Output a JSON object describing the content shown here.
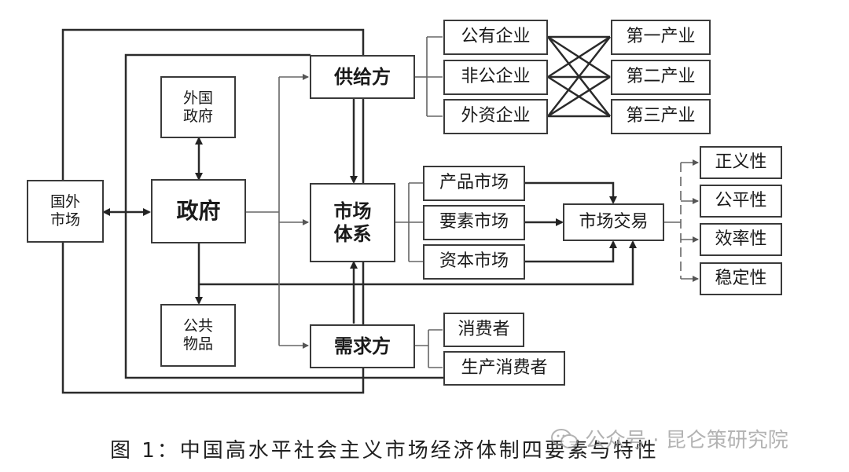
{
  "nodes": {
    "foreign_market": "国外\n市场",
    "foreign_gov": "外国\n政府",
    "government": "政府",
    "public_goods": "公共\n物品",
    "supply": "供给方",
    "market_system": "市场\n体系",
    "demand": "需求方",
    "public_enterprise": "公有企业",
    "nonpublic_enterprise": "非公企业",
    "foreign_enterprise": "外资企业",
    "industry1": "第一产业",
    "industry2": "第二产业",
    "industry3": "第三产业",
    "product_market": "产品市场",
    "factor_market": "要素市场",
    "capital_market": "资本市场",
    "market_trade": "市场交易",
    "justice": "正义性",
    "fairness": "公平性",
    "efficiency": "效率性",
    "stability": "稳定性",
    "consumer": "消费者",
    "producer_consumer": "生产消费者"
  },
  "caption": "图  1：中国高水平社会主义市场经济体制四要素与特性",
  "watermark": "公众号 · 昆仑策研究院",
  "colors": {
    "line": "#2a2a2a",
    "border": "#3a3a3a"
  }
}
